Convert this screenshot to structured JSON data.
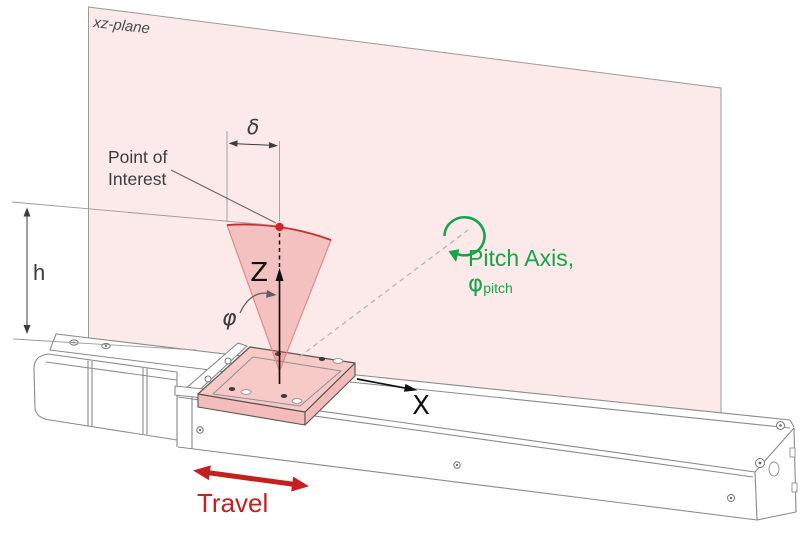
{
  "diagram": {
    "plane_label": "xz-plane",
    "point_of_interest": {
      "line1": "Point of",
      "line2": "Interest"
    },
    "dimensions": {
      "height": "h",
      "offset": "δ",
      "cone_angle": "φ"
    },
    "axes": {
      "z": "Z",
      "x": "X"
    },
    "pitch": {
      "label": "Pitch Axis,",
      "symbol": "φ",
      "subscript": "pitch"
    },
    "travel_label": "Travel",
    "colors": {
      "plane_fill": "#fbeae9",
      "plane_stroke": "#9a9a9a",
      "cone_fill": "rgba(221,70,70,0.25)",
      "cone_stroke": "#e08a8a",
      "beam_red": "#cc2a2a",
      "carriage_fill": "#f7cac8",
      "carriage_side_fill": "#f3bcba",
      "line_art": "#8a8a8a",
      "dark_line": "#555555",
      "annotation": "#3c3c3c",
      "axis_black": "#111111",
      "travel_red": "#c42020",
      "pitch_green": "#17a34a"
    }
  }
}
